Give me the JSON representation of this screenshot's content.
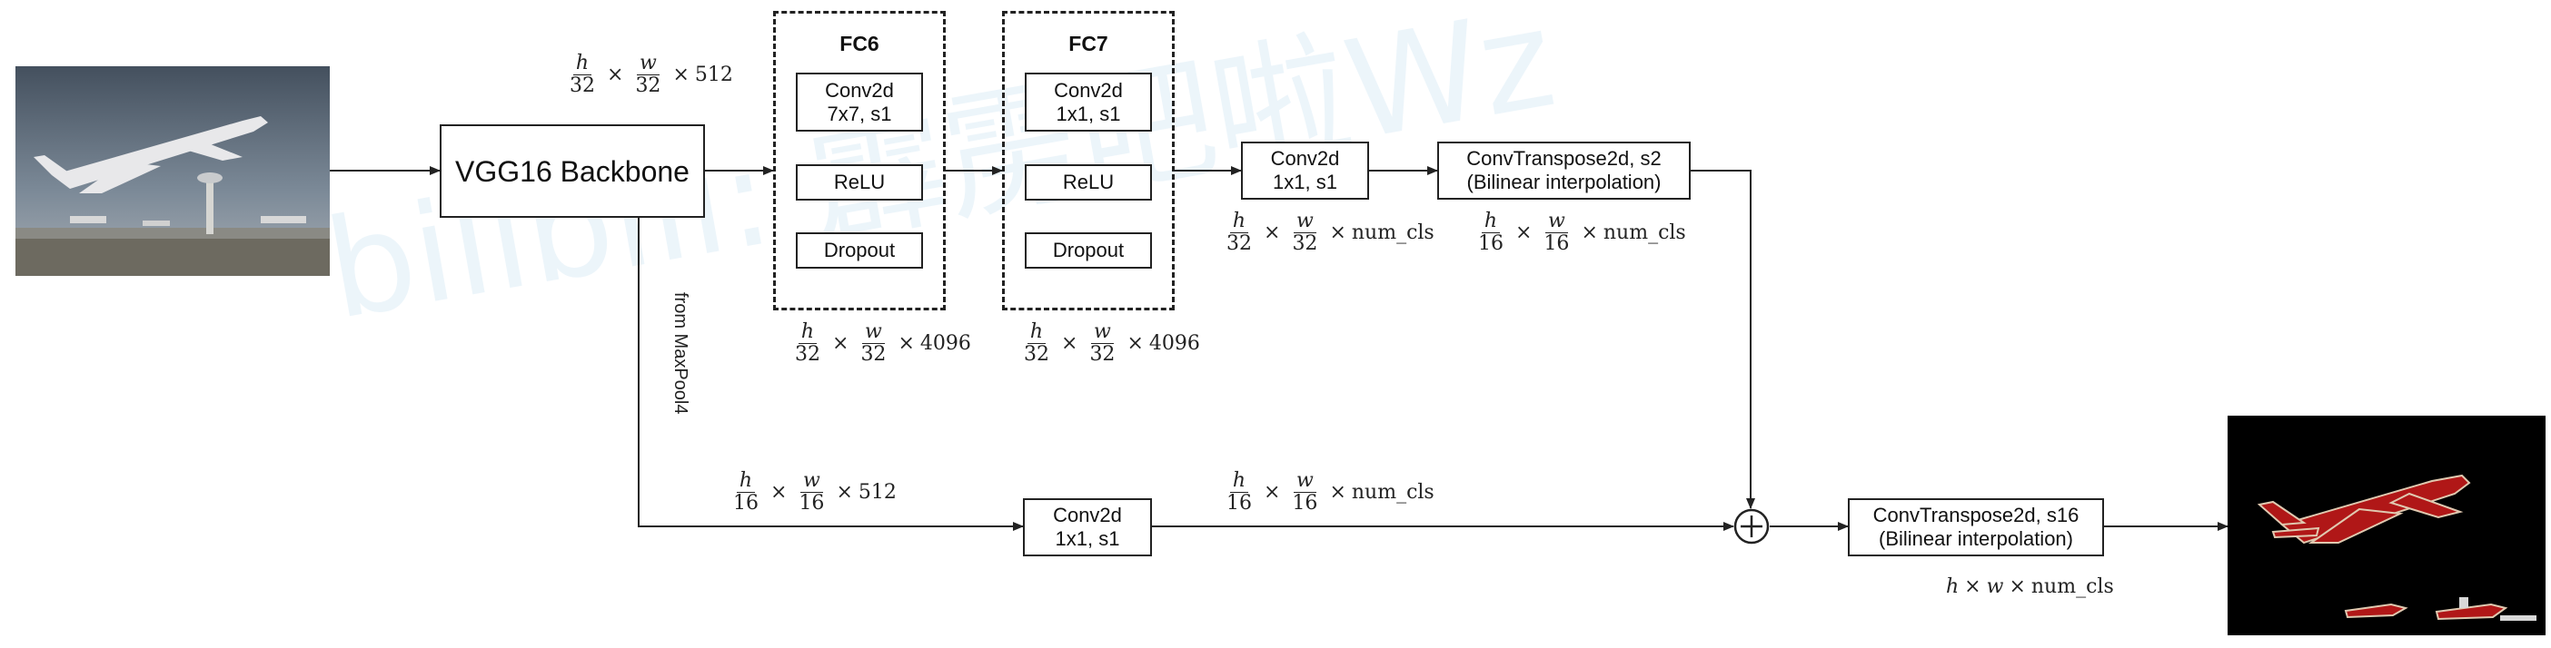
{
  "watermark": "bilibili: 霹雳吧啦Wz",
  "backbone": {
    "label": "VGG16 Backbone"
  },
  "fc6": {
    "title": "FC6",
    "conv_line1": "Conv2d",
    "conv_line2": "7x7, s1",
    "relu": "ReLU",
    "dropout": "Dropout"
  },
  "fc7": {
    "title": "FC7",
    "conv_line1": "Conv2d",
    "conv_line2": "1x1, s1",
    "relu": "ReLU",
    "dropout": "Dropout"
  },
  "score_conv": {
    "line1": "Conv2d",
    "line2": "1x1, s1"
  },
  "upsample2": {
    "line1": "ConvTranspose2d, s2",
    "line2": "(Bilinear interpolation)"
  },
  "pool4_conv": {
    "line1": "Conv2d",
    "line2": "1x1, s1"
  },
  "upsample16": {
    "line1": "ConvTranspose2d, s16",
    "line2": "(Bilinear interpolation)"
  },
  "side_label": "from MaxPool4",
  "shapes": {
    "backbone_out": {
      "num1": "h",
      "den1": "32",
      "num2": "w",
      "den2": "32",
      "tail": "512"
    },
    "fc6_out": {
      "num1": "h",
      "den1": "32",
      "num2": "w",
      "den2": "32",
      "tail": "4096"
    },
    "fc7_out": {
      "num1": "h",
      "den1": "32",
      "num2": "w",
      "den2": "32",
      "tail": "4096"
    },
    "score_out": {
      "num1": "h",
      "den1": "32",
      "num2": "w",
      "den2": "32",
      "tail": "num_cls"
    },
    "up2_out": {
      "num1": "h",
      "den1": "16",
      "num2": "w",
      "den2": "16",
      "tail": "num_cls"
    },
    "pool4_in": {
      "num1": "h",
      "den1": "16",
      "num2": "w",
      "den2": "16",
      "tail": "512"
    },
    "pool4_out": {
      "num1": "h",
      "den1": "16",
      "num2": "w",
      "den2": "16",
      "tail": "num_cls"
    },
    "final": {
      "text_h": "h",
      "text_w": "w",
      "tail": "num_cls"
    }
  },
  "colors": {
    "line": "#222222",
    "segmentation": "#b01717",
    "background_dark": "#000000"
  }
}
